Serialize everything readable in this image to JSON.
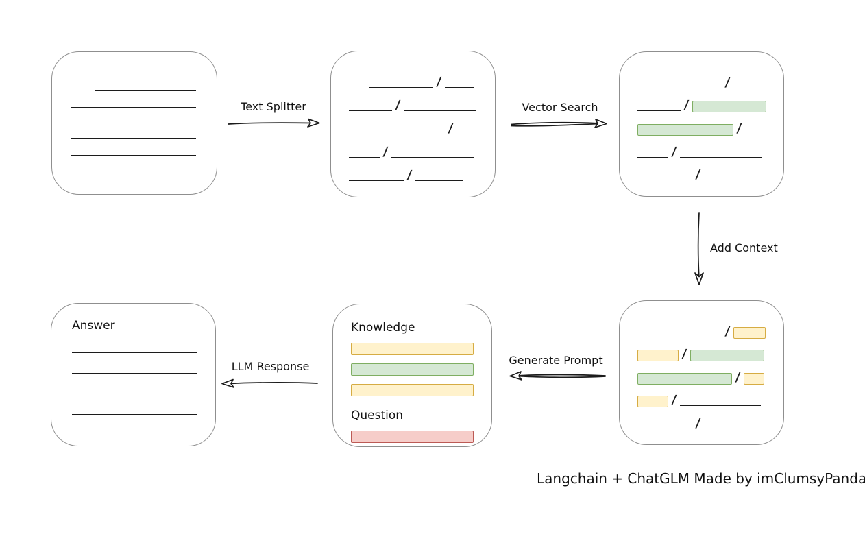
{
  "labels": {
    "text_splitter": "Text Splitter",
    "vector_search": "Vector Search",
    "add_context": "Add Context",
    "generate_prompt": "Generate Prompt",
    "llm_response": "LLM Response"
  },
  "glyphs": {
    "slash": "/"
  },
  "colors": {
    "stroke": "#1b1b1b",
    "box_border": "#8f8f8f",
    "green_fill": "#d5e8d4",
    "green_border": "#7fae62",
    "yellow_fill": "#fff2cc",
    "yellow_border": "#d6ac43",
    "red_fill": "#f6cdc9",
    "red_border": "#bc5a55"
  },
  "boxes": {
    "source_document": {
      "lines": [
        {
          "indent": 34,
          "w": 148
        },
        {
          "indent": 0,
          "w": 182
        },
        {
          "indent": 0,
          "w": 182
        },
        {
          "indent": 0,
          "w": 182
        },
        {
          "indent": 0,
          "w": 182
        }
      ]
    },
    "chunks": {
      "rows": [
        {
          "indent": 30,
          "segs": [
            {
              "kind": "line",
              "w": 93
            },
            {
              "kind": "line",
              "w": 43
            }
          ]
        },
        {
          "indent": 0,
          "segs": [
            {
              "kind": "line",
              "w": 63
            },
            {
              "kind": "line",
              "w": 105
            }
          ]
        },
        {
          "indent": 0,
          "segs": [
            {
              "kind": "line",
              "w": 140
            },
            {
              "kind": "line",
              "w": 25
            }
          ]
        },
        {
          "indent": 0,
          "segs": [
            {
              "kind": "line",
              "w": 45
            },
            {
              "kind": "line",
              "w": 120
            }
          ]
        },
        {
          "indent": 0,
          "segs": [
            {
              "kind": "line",
              "w": 80
            },
            {
              "kind": "line",
              "w": 70
            }
          ]
        }
      ]
    },
    "matched_chunks": {
      "rows": [
        {
          "indent": 30,
          "segs": [
            {
              "kind": "line",
              "w": 93
            },
            {
              "kind": "line",
              "w": 43
            }
          ]
        },
        {
          "indent": 0,
          "segs": [
            {
              "kind": "line",
              "w": 63
            },
            {
              "kind": "green",
              "w": 108
            }
          ]
        },
        {
          "indent": 0,
          "segs": [
            {
              "kind": "green",
              "w": 140
            },
            {
              "kind": "line",
              "w": 25
            }
          ]
        },
        {
          "indent": 0,
          "segs": [
            {
              "kind": "line",
              "w": 45
            },
            {
              "kind": "line",
              "w": 120
            }
          ]
        },
        {
          "indent": 0,
          "segs": [
            {
              "kind": "line",
              "w": 80
            },
            {
              "kind": "line",
              "w": 70
            }
          ]
        }
      ]
    },
    "context_chunks": {
      "rows": [
        {
          "indent": 30,
          "segs": [
            {
              "kind": "line",
              "w": 93
            },
            {
              "kind": "yellow",
              "w": 47
            }
          ]
        },
        {
          "indent": 0,
          "segs": [
            {
              "kind": "yellow",
              "w": 60
            },
            {
              "kind": "green",
              "w": 108
            }
          ]
        },
        {
          "indent": 0,
          "segs": [
            {
              "kind": "green",
              "w": 138
            },
            {
              "kind": "yellow",
              "w": 30
            }
          ]
        },
        {
          "indent": 0,
          "segs": [
            {
              "kind": "yellow",
              "w": 45
            },
            {
              "kind": "line",
              "w": 118
            }
          ]
        },
        {
          "indent": 0,
          "segs": [
            {
              "kind": "line",
              "w": 80
            },
            {
              "kind": "line",
              "w": 70
            }
          ]
        }
      ]
    },
    "prompt": {
      "knowledge_title": "Knowledge",
      "knowledge_bars": [
        "yellow",
        "green",
        "yellow"
      ],
      "question_title": "Question",
      "question_bars": [
        "red"
      ]
    },
    "answer": {
      "title": "Answer",
      "line_count": 4,
      "line_width": 182
    }
  },
  "attribution": "Langchain + ChatGLM Made by imClumsyPanda"
}
